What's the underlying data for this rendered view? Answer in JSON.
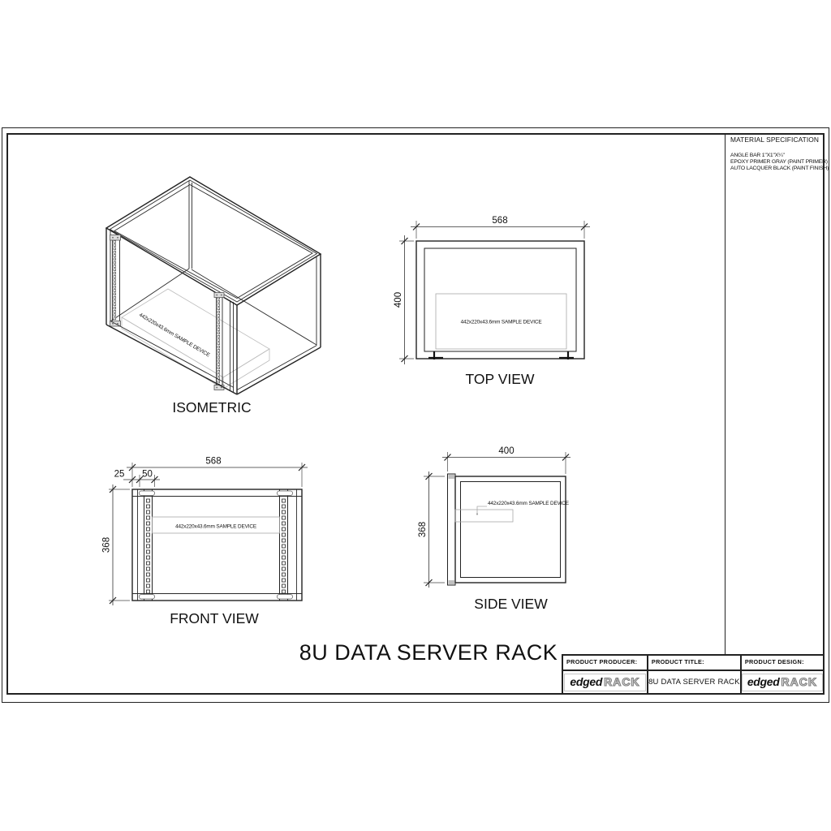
{
  "material_spec": {
    "title": "MATERIAL SPECIFICATION",
    "lines": [
      "ANGLE BAR 1\"X1\"X¼\"",
      "EPOXY PRIMER GRAY (PAINT PRIMER)",
      "AUTO LACQUER BLACK (PAINT FINISH)"
    ]
  },
  "main_title": "8U DATA SERVER RACK",
  "views": {
    "isometric": {
      "caption": "ISOMETRIC",
      "device_label": "442x220x43.6mm SAMPLE DEVICE"
    },
    "top": {
      "caption": "TOP VIEW",
      "width_dim": "568",
      "depth_dim": "400",
      "device_label": "442x220x43.6mm SAMPLE DEVICE"
    },
    "front": {
      "caption": "FRONT VIEW",
      "width_dim": "568",
      "height_dim": "368",
      "edge_offset_dim": "25",
      "rail_offset_dim": "50",
      "device_label": "442x220x43.6mm SAMPLE DEVICE"
    },
    "side": {
      "caption": "SIDE VIEW",
      "width_dim": "400",
      "height_dim": "368",
      "device_label": "442x220x43.6mm SAMPLE DEVICE"
    }
  },
  "title_block": {
    "producer_label": "PRODUCT PRODUCER:",
    "title_label": "PRODUCT TITLE:",
    "design_label": "PRODUCT DESIGN:",
    "product_title": "8U DATA SERVER RACK",
    "brand_edged": "edged",
    "brand_rack": "RACK"
  }
}
